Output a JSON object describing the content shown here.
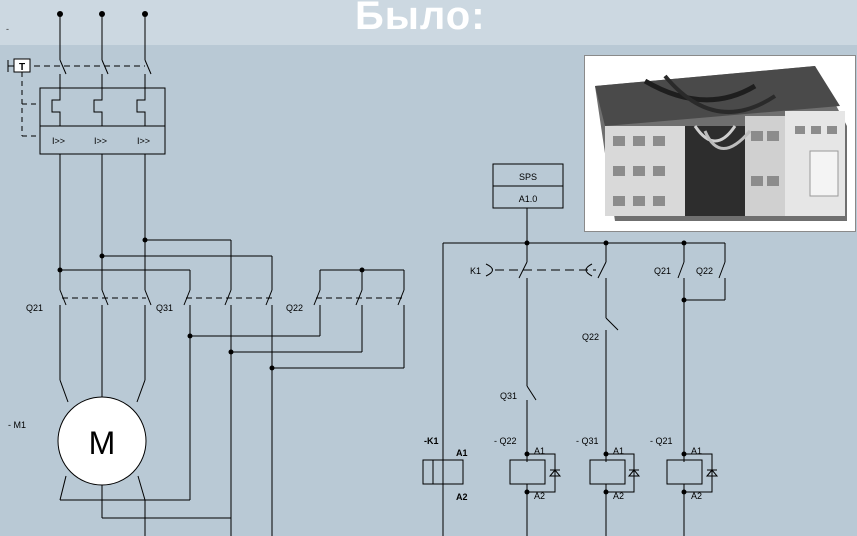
{
  "slide": {
    "title": "Было:",
    "corner_mark": "-",
    "background": "#b9c9d5",
    "header_band": "#ccd8e1"
  },
  "power_circuit": {
    "test_button": "T",
    "overcurrent_trips": [
      "I>>",
      "I>>",
      "I>>"
    ],
    "contactor_labels": [
      "Q21",
      "Q31",
      "Q22"
    ],
    "motor_designation": "- M1",
    "motor_symbol": "M"
  },
  "control_circuit": {
    "plc_name": "SPS",
    "plc_output": "A1.0",
    "relay_contact": "K1",
    "aux_contacts": {
      "q21": "Q21",
      "q22_top": "Q22",
      "q22_interlock": "Q22",
      "q31": "Q31"
    },
    "coils": [
      {
        "name": "-K1",
        "a1": "A1",
        "a2": "A2"
      },
      {
        "name": "- Q22",
        "a1": "A1",
        "a2": "A2"
      },
      {
        "name": "- Q31",
        "a1": "A1",
        "a2": "A2"
      },
      {
        "name": "- Q21",
        "a1": "A1",
        "a2": "A2"
      }
    ]
  },
  "photo": {
    "icon": "contactor-assembly-photo"
  }
}
